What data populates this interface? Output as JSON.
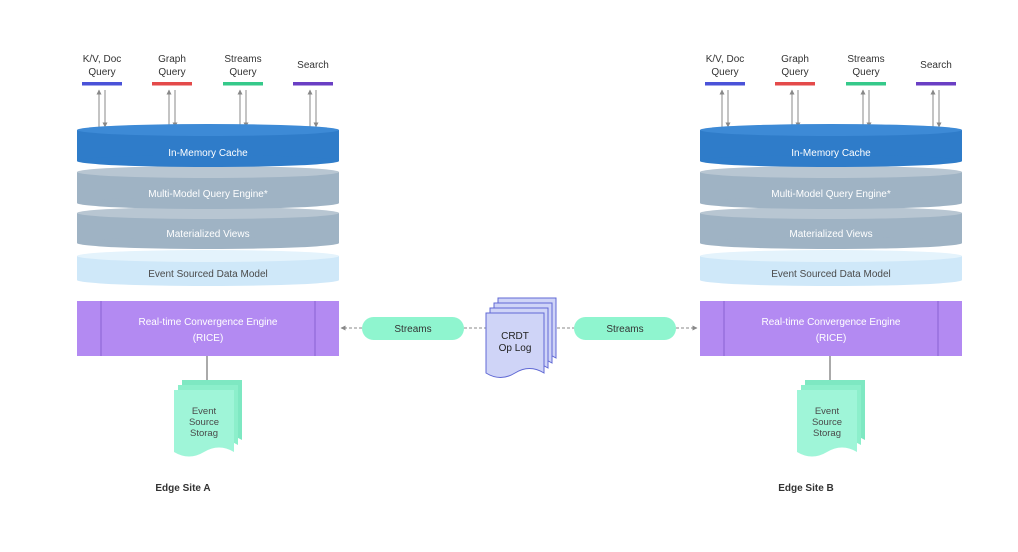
{
  "colors": {
    "kv_doc": "#4a52d8",
    "graph": "#e44a4a",
    "streams_query": "#35c98a",
    "search": "#6a3fc4",
    "cache_top": "#3d8ad6",
    "cache_body": "#2f7cc9",
    "engine_top": "#b8c6d2",
    "engine_body": "#9fb3c4",
    "event_model_top": "#e4f3fc",
    "event_model_body": "#cfe8f9",
    "rice_fill": "#b38af2",
    "rice_border": "#8a63d2",
    "stream_pill": "#8ff5cf",
    "storage_fill": "#9ff5d8",
    "crdt_fill": "#cfd4f7",
    "crdt_border": "#6069d4"
  },
  "sites": [
    {
      "queries": [
        {
          "label": "K/V, Doc\nQuery",
          "color": "#4a52d8"
        },
        {
          "label": "Graph\nQuery",
          "color": "#e44a4a"
        },
        {
          "label": "Streams\nQuery",
          "color": "#35c98a"
        },
        {
          "label": "Search",
          "color": "#6a3fc4"
        }
      ],
      "layers": {
        "cache": "In-Memory Cache",
        "query_engine": "Multi-Model Query Engine*",
        "views": "Materialized Views",
        "event_model": "Event Sourced Data Model"
      },
      "rice": {
        "line1": "Real-time Convergence Engine",
        "line2": "(RICE)"
      },
      "storage": "Event\nSource\nStorag",
      "label": "Edge Site A"
    },
    {
      "queries": [
        {
          "label": "K/V, Doc\nQuery",
          "color": "#4a52d8"
        },
        {
          "label": "Graph\nQuery",
          "color": "#e44a4a"
        },
        {
          "label": "Streams\nQuery",
          "color": "#35c98a"
        },
        {
          "label": "Search",
          "color": "#6a3fc4"
        }
      ],
      "layers": {
        "cache": "In-Memory Cache",
        "query_engine": "Multi-Model Query Engine*",
        "views": "Materialized Views",
        "event_model": "Event Sourced Data Model"
      },
      "rice": {
        "line1": "Real-time Convergence Engine",
        "line2": "(RICE)"
      },
      "storage": "Event\nSource\nStorag",
      "label": "Edge Site B"
    }
  ],
  "streams": {
    "left": "Streams",
    "right": "Streams"
  },
  "crdt": {
    "line1": "CRDT",
    "line2": "Op Log"
  }
}
